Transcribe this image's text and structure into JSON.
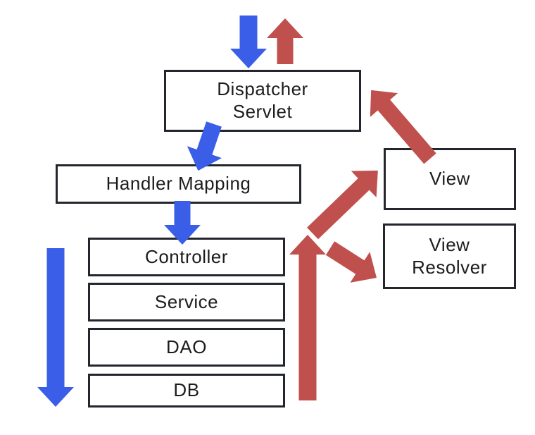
{
  "colors": {
    "blue_arrow": "#3b5ee9",
    "red_arrow": "#c0504d",
    "box_border": "#23262d",
    "text": "#1b1c1e",
    "background": "#ffffff"
  },
  "nodes": {
    "dispatcher_servlet": {
      "label": "Dispatcher Servlet",
      "lines": [
        "Dispatcher",
        "Servlet"
      ]
    },
    "handler_mapping": {
      "label": "Handler Mapping"
    },
    "controller": {
      "label": "Controller"
    },
    "service": {
      "label": "Service"
    },
    "dao": {
      "label": "DAO"
    },
    "db": {
      "label": "DB"
    },
    "view": {
      "label": "View"
    },
    "view_resolver": {
      "label": "View Resolver",
      "lines": [
        "View",
        "Resolver"
      ]
    }
  },
  "arrows": [
    {
      "name": "incoming-request-arrow",
      "color": "#3b5ee9",
      "from": null,
      "to": "dispatcher_servlet",
      "direction": "down"
    },
    {
      "name": "outgoing-response-arrow",
      "color": "#c0504d",
      "from": "dispatcher_servlet",
      "to": null,
      "direction": "up"
    },
    {
      "name": "dispatcher-to-handler-mapping-arrow",
      "color": "#3b5ee9",
      "from": "dispatcher_servlet",
      "to": "handler_mapping",
      "direction": "down-left"
    },
    {
      "name": "handler-mapping-to-controller-arrow",
      "color": "#3b5ee9",
      "from": "handler_mapping",
      "to": "controller",
      "direction": "down"
    },
    {
      "name": "request-flow-down-arrow",
      "color": "#3b5ee9",
      "from": "controller",
      "to": "db",
      "direction": "down"
    },
    {
      "name": "response-flow-up-arrow",
      "color": "#c0504d",
      "from": "db",
      "to": "controller",
      "direction": "up"
    },
    {
      "name": "controller-to-view-arrow",
      "color": "#c0504d",
      "from": "controller",
      "to": "view",
      "direction": "up-right"
    },
    {
      "name": "controller-to-view-resolver-arrow",
      "color": "#c0504d",
      "from": "controller",
      "to": "view_resolver",
      "direction": "down-right"
    },
    {
      "name": "view-to-dispatcher-arrow",
      "color": "#c0504d",
      "from": "view",
      "to": "dispatcher_servlet",
      "direction": "up-left"
    }
  ]
}
